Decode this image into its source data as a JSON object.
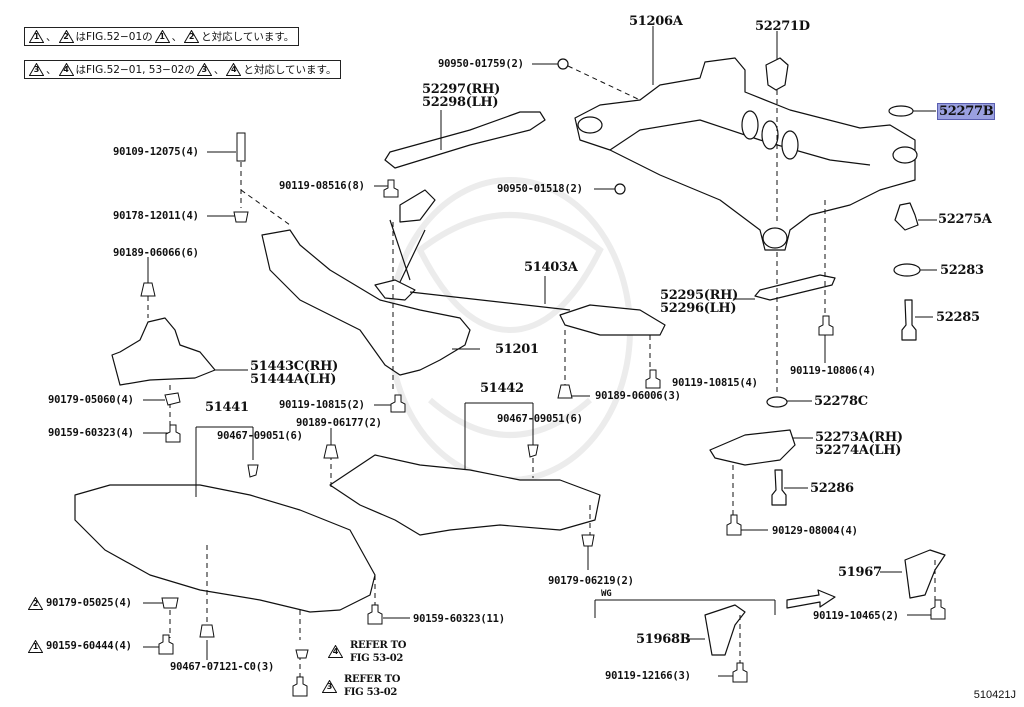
{
  "notes": [
    {
      "tri_a": "1",
      "tri_b": "2",
      "text_mid": "はFIG.52−01の",
      "tri_c": "1",
      "tri_d": "2",
      "text_end": "と対応しています。"
    },
    {
      "tri_a": "3",
      "tri_b": "4",
      "text_mid": "はFIG.52−01, 53−02の",
      "tri_c": "3",
      "tri_d": "4",
      "text_end": "と対応しています。"
    }
  ],
  "separator": "、",
  "parts": {
    "p51206A": "51206A",
    "p52271D": "52271D",
    "p52277B": "52277B",
    "p90950_01759": "90950-01759(2)",
    "p52297": "52297(RH)",
    "p52298": "52298(LH)",
    "p90109_12075": "90109-12075(4)",
    "p90119_08516": "90119-08516(8)",
    "p90950_01518": "90950-01518(2)",
    "p90178_12011": "90178-12011(4)",
    "p52275A": "52275A",
    "p90189_06066": "90189-06066(6)",
    "p51403A": "51403A",
    "p52283": "52283",
    "p52295": "52295(RH)",
    "p52296": "52296(LH)",
    "p52285": "52285",
    "p51201": "51201",
    "p51443C": "51443C(RH)",
    "p51444A": "51444A(LH)",
    "p90119_10806": "90119-10806(4)",
    "p90119_10815_4": "90119-10815(4)",
    "p90179_05060": "90179-05060(4)",
    "p51442": "51442",
    "p90189_06006": "90189-06006(3)",
    "p52278C": "52278C",
    "p51441": "51441",
    "p90119_10815_2": "90119-10815(2)",
    "p90159_60323_4": "90159-60323(4)",
    "p90189_06177": "90189-06177(2)",
    "p90467_09051_a": "90467-09051(6)",
    "p90467_09051_b": "90467-09051(6)",
    "p52273A": "52273A(RH)",
    "p52274A": "52274A(LH)",
    "p52286": "52286",
    "p90129_08004": "90129-08004(4)",
    "p90179_06219": "90179-06219(2)",
    "p51967": "51967",
    "p90179_05025": "90179-05025(4)",
    "p90159_60323_11": "90159-60323(11)",
    "p90119_10465": "90119-10465(2)",
    "p51968B": "51968B",
    "p90159_60444": "90159-60444(4)",
    "p90467_07121": "90467-07121-C0(3)",
    "p90119_12166": "90119-12166(3)",
    "wg": "WG",
    "refer4_tri": "4",
    "refer4_l1": "REFER TO",
    "refer4_l2": "FIG 53-02",
    "refer3_tri": "3",
    "refer3_l1": "REFER TO",
    "refer3_l2": "FIG 53-02",
    "tri_05025": "2",
    "tri_60444": "1"
  },
  "figure_id": "510421J",
  "colors": {
    "highlight": "#9aa0e0",
    "ink": "#111111",
    "watermark": "#e8e8e8"
  }
}
